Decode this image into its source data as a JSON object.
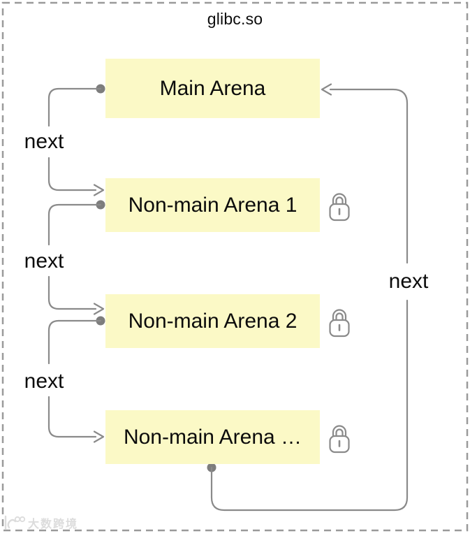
{
  "diagram": {
    "title": "glibc.so",
    "nodes": [
      {
        "id": "main-arena",
        "label": "Main Arena",
        "locked": false
      },
      {
        "id": "nm-arena-1",
        "label": "Non-main Arena 1",
        "locked": true
      },
      {
        "id": "nm-arena-2",
        "label": "Non-main Arena 2",
        "locked": true
      },
      {
        "id": "nm-arena-n",
        "label": "Non-main Arena …",
        "locked": true
      }
    ],
    "edges": [
      {
        "from": "main-arena",
        "to": "nm-arena-1",
        "label": "next"
      },
      {
        "from": "nm-arena-1",
        "to": "nm-arena-2",
        "label": "next"
      },
      {
        "from": "nm-arena-2",
        "to": "nm-arena-n",
        "label": "next"
      },
      {
        "from": "nm-arena-n",
        "to": "main-arena",
        "label": "next"
      }
    ],
    "colors": {
      "node_fill": "#fbf9c6",
      "line": "#8a8a8a",
      "border": "#9a9a9a",
      "text": "#0c0c0c"
    }
  },
  "watermark": {
    "text": "大数跨境"
  }
}
